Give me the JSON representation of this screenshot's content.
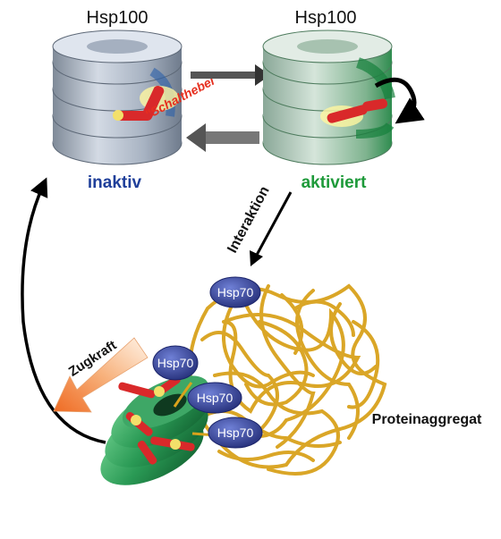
{
  "top_left": {
    "title": "Hsp100",
    "state": "inaktiv",
    "lever": "\"Schalthebel\""
  },
  "top_right": {
    "title": "Hsp100",
    "state": "aktiviert"
  },
  "interaction_label": "Interaktion",
  "pull_label": "Zugkraft",
  "aggregate_label": "Proteinaggregat",
  "hsp70_label": "Hsp70",
  "colors": {
    "inactive_blue": "#1f3f9a",
    "active_green": "#1e9a3a",
    "lever_red": "#d9292a",
    "aggregate_gold": "#d9a21c",
    "hsp70_oval": "#3e4fa6",
    "active_ring": "#3f9b63"
  }
}
